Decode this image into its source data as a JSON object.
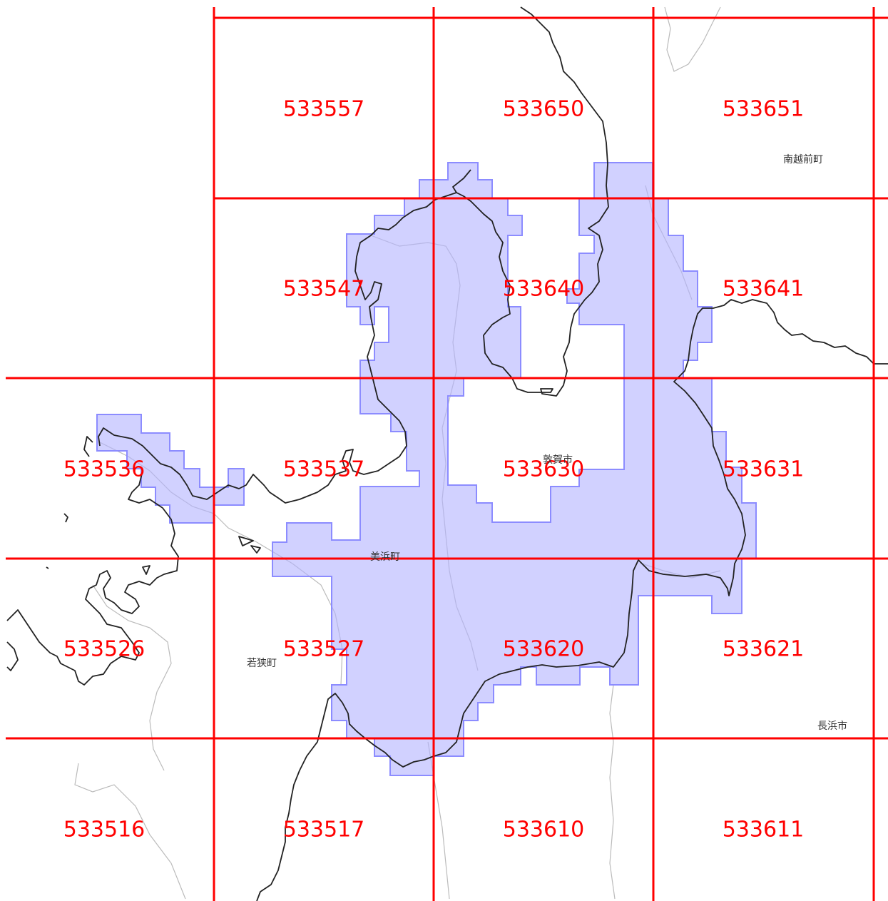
{
  "map": {
    "grid_color": "#ff0000",
    "coverage_fill": "#b3b3ff",
    "coverage_stroke": "#8c8cff",
    "coast_color": "#222222",
    "boundary_color": "#bbbbbb",
    "mesh_cells": [
      {
        "code": "533557",
        "row": 0,
        "col": 1
      },
      {
        "code": "533650",
        "row": 0,
        "col": 2
      },
      {
        "code": "533651",
        "row": 0,
        "col": 3
      },
      {
        "code": "533547",
        "row": 1,
        "col": 1
      },
      {
        "code": "533640",
        "row": 1,
        "col": 2
      },
      {
        "code": "533641",
        "row": 1,
        "col": 3
      },
      {
        "code": "533536",
        "row": 2,
        "col": 0
      },
      {
        "code": "533537",
        "row": 2,
        "col": 1
      },
      {
        "code": "533630",
        "row": 2,
        "col": 2
      },
      {
        "code": "533631",
        "row": 2,
        "col": 3
      },
      {
        "code": "533526",
        "row": 3,
        "col": 0
      },
      {
        "code": "533527",
        "row": 3,
        "col": 1
      },
      {
        "code": "533620",
        "row": 3,
        "col": 2
      },
      {
        "code": "533621",
        "row": 3,
        "col": 3
      },
      {
        "code": "533516",
        "row": 4,
        "col": 0
      },
      {
        "code": "533517",
        "row": 4,
        "col": 1
      },
      {
        "code": "533610",
        "row": 4,
        "col": 2
      },
      {
        "code": "533611",
        "row": 4,
        "col": 3
      }
    ],
    "place_names": {
      "minamiechizen": "南越前町",
      "tsuruga": "敦賀市",
      "mihama": "美浜町",
      "wakasa": "若狭町",
      "nagahama": "長浜市"
    }
  }
}
